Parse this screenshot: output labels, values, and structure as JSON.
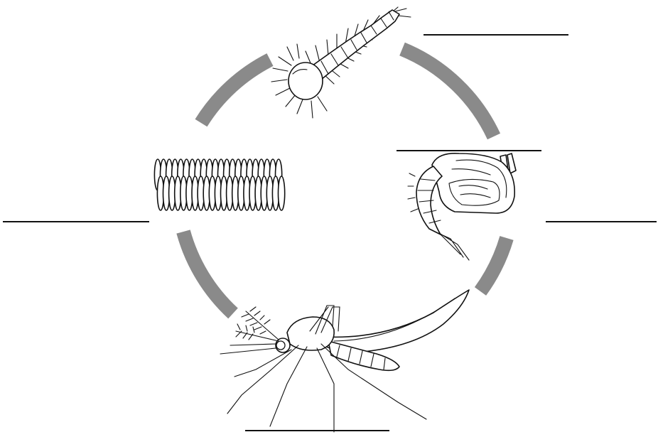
{
  "diagram": {
    "title": "",
    "stages": [
      {
        "id": "egg",
        "label": "",
        "icon": "egg-raft-icon"
      },
      {
        "id": "larva",
        "label": "",
        "icon": "larva-icon"
      },
      {
        "id": "pupa",
        "label": "",
        "icon": "pupa-icon"
      },
      {
        "id": "adult",
        "label": "",
        "icon": "mosquito-icon"
      }
    ],
    "cycle_arrow_color": "#8a8a8a",
    "line_color": "#111111"
  }
}
